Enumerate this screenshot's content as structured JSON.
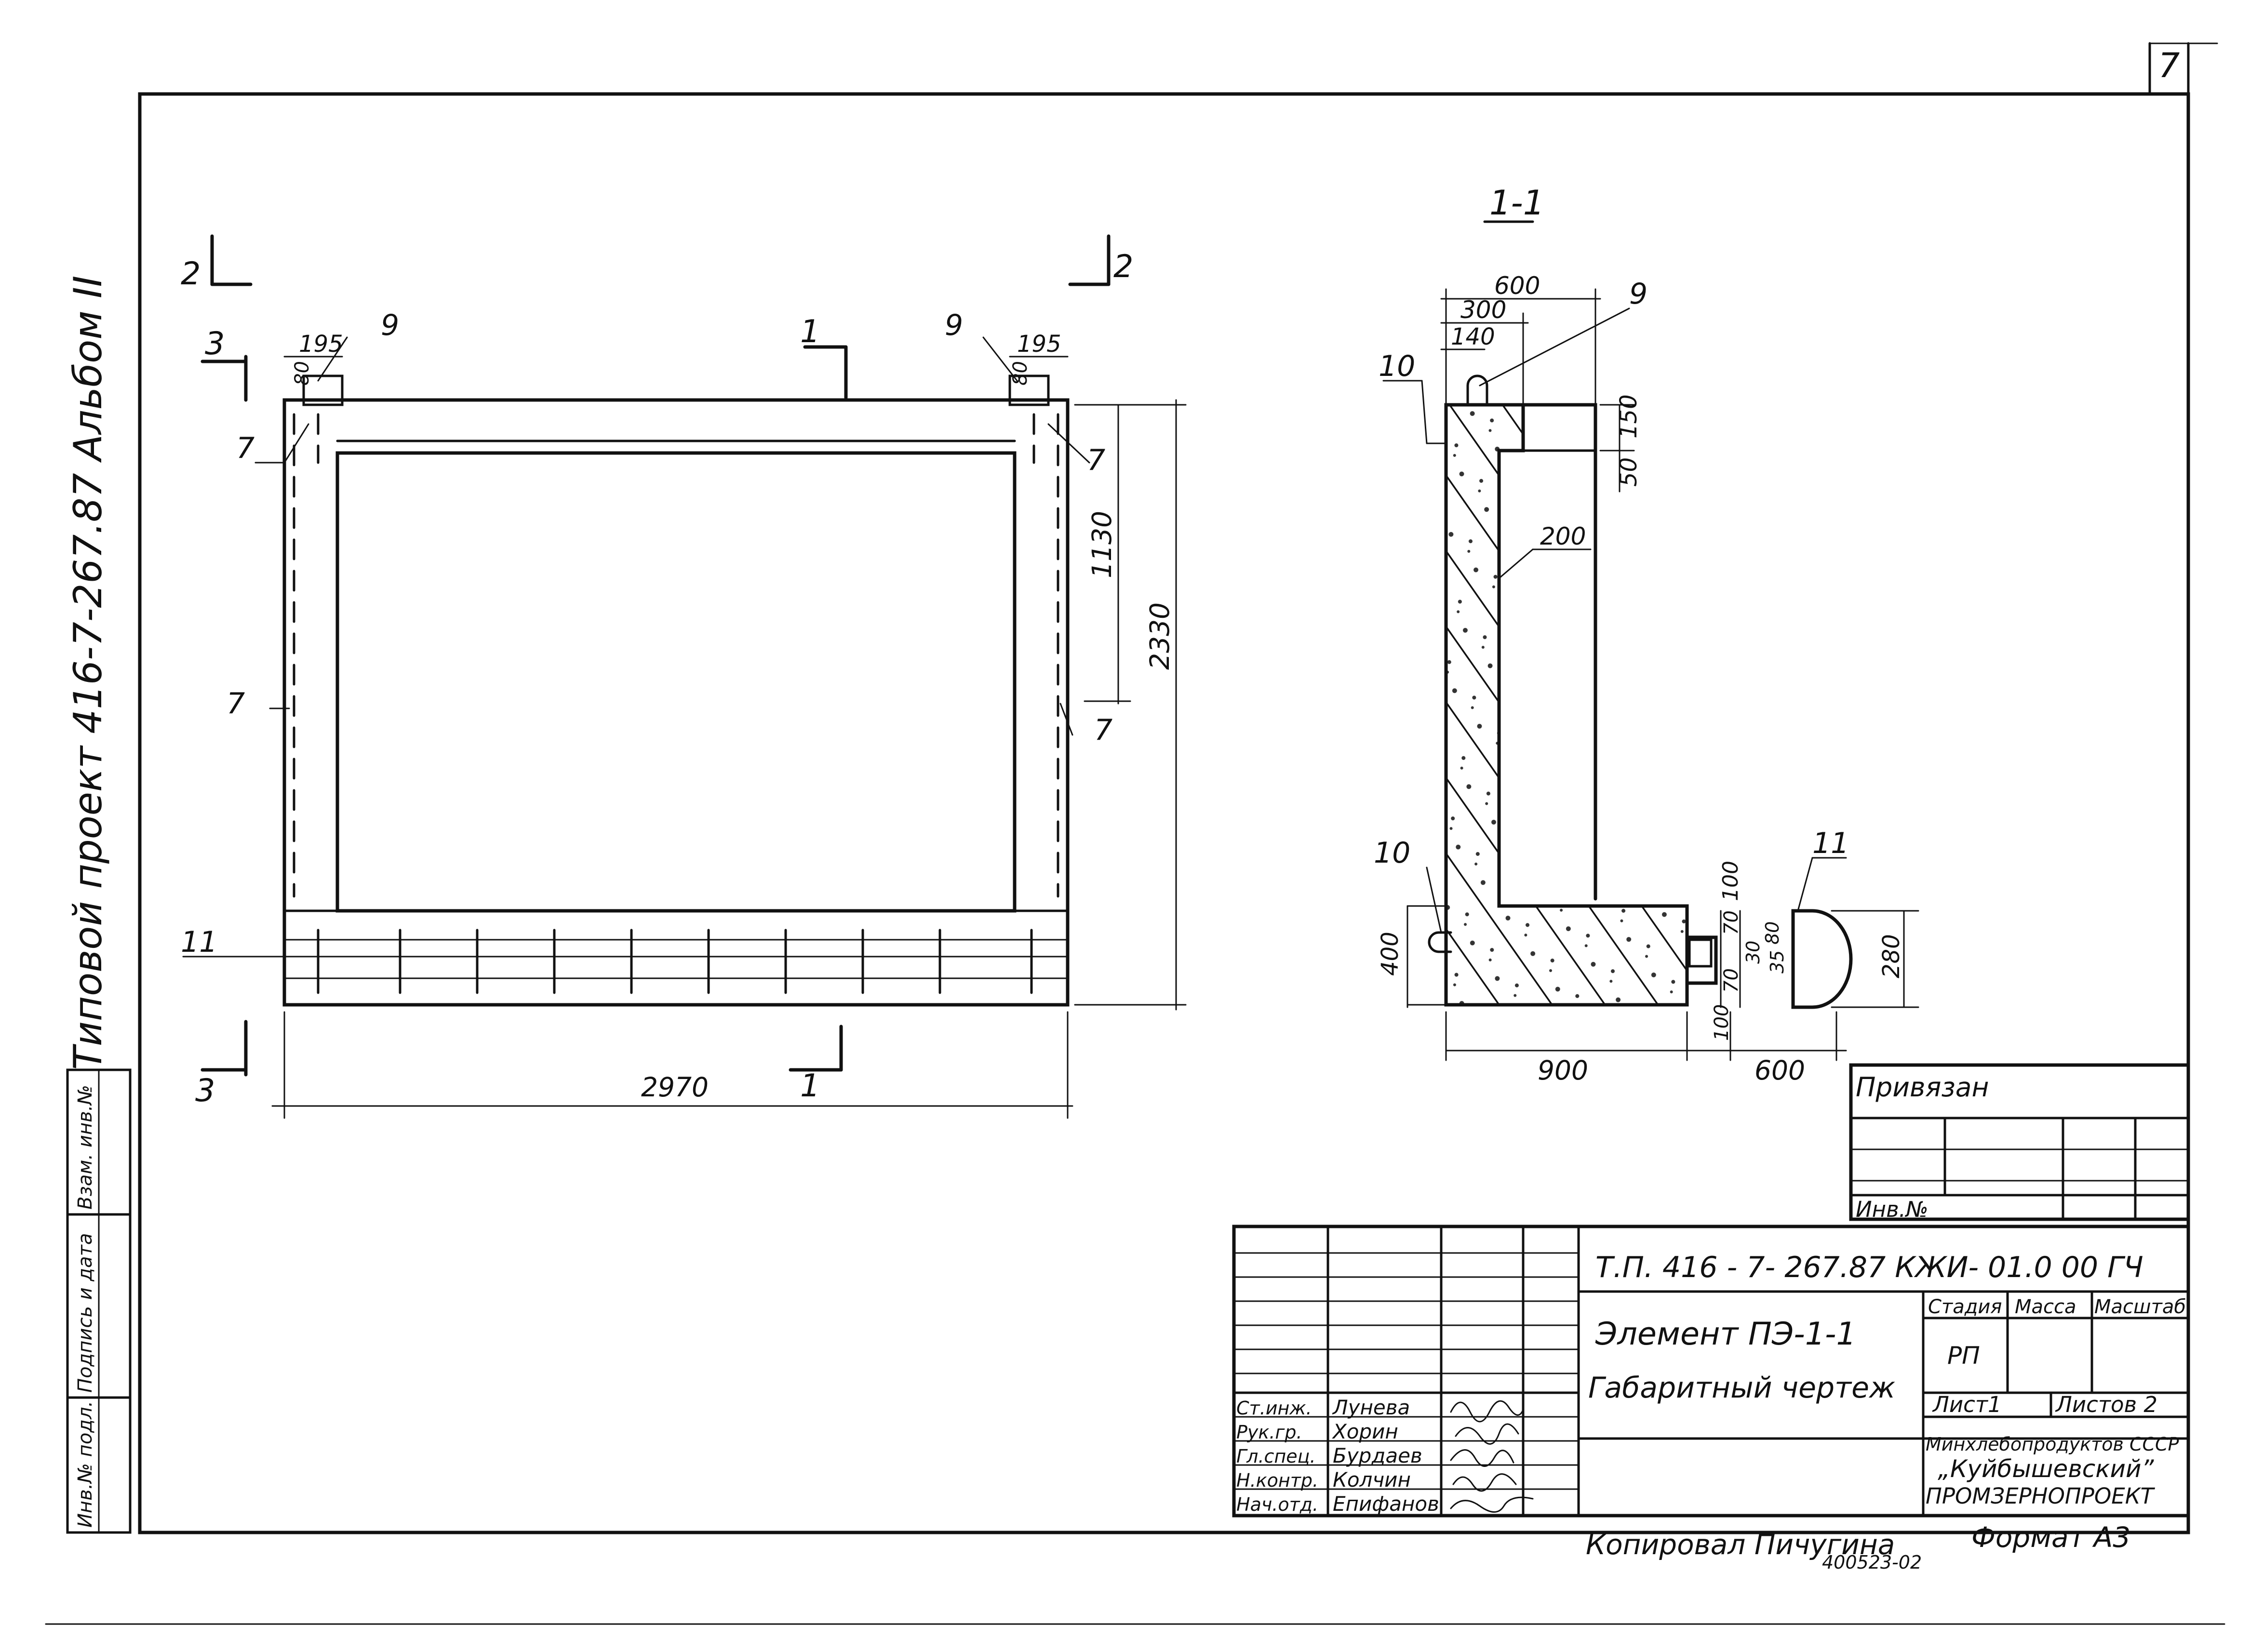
{
  "sheet": {
    "number": "7",
    "left_title": "Типовой проект 416-7-267.87 Альбом II",
    "left_stamps": [
      "Инв.№ подл.",
      "Подпись и дата",
      "Взам. инв.№"
    ]
  },
  "elevation": {
    "section_marks": {
      "s1": "1",
      "s2": "2",
      "s3": "3"
    },
    "dims": {
      "d195": "195",
      "d80": "80",
      "d1130": "1130",
      "d2330": "2330",
      "d2970": "2970"
    },
    "callouts": {
      "c7": "7",
      "c9": "9",
      "c11": "11"
    }
  },
  "section": {
    "title": "1-1",
    "dims": {
      "d600": "600",
      "d300": "300",
      "d140": "140",
      "d150": "150",
      "d50": "50",
      "d200": "200",
      "d100": "100",
      "d70": "70",
      "d30": "30",
      "d80": "80",
      "d35": "35",
      "d280": "280",
      "d400": "400",
      "d900": "900"
    },
    "callouts": {
      "c9": "9",
      "c10": "10",
      "c11": "11"
    }
  },
  "privyazan": {
    "label": "Привязан",
    "inv_label": "Инв.№"
  },
  "title_block": {
    "code": "Т.П.   416 - 7- 267.87  КЖИ- 01.0 00 ГЧ",
    "element": "Элемент ПЭ-1-1",
    "drawing": "Габаритный чертеж",
    "headers": {
      "stage": "Стадия",
      "mass": "Масса",
      "scale": "Масштаб"
    },
    "stage_value": "РП",
    "sheet_label": "Лист1",
    "sheets_label": "Листов 2",
    "org": [
      "Минхлебопродуктов СССР",
      "„Куйбышевский”",
      "ПРОМЗЕРНОПРОЕКТ"
    ],
    "staff": [
      {
        "role": "Ст.инж.",
        "name": "Лунева"
      },
      {
        "role": "Рук.гр.",
        "name": "Хорин"
      },
      {
        "role": "Гл.спец.",
        "name": "Бурдаев"
      },
      {
        "role": "Н.контр.",
        "name": "Колчин"
      },
      {
        "role": "Нач.отд.",
        "name": "Епифанов"
      }
    ]
  },
  "footer": {
    "copied": "Копировал Пичугина",
    "number": "400523-02",
    "format": "Формат А3"
  }
}
